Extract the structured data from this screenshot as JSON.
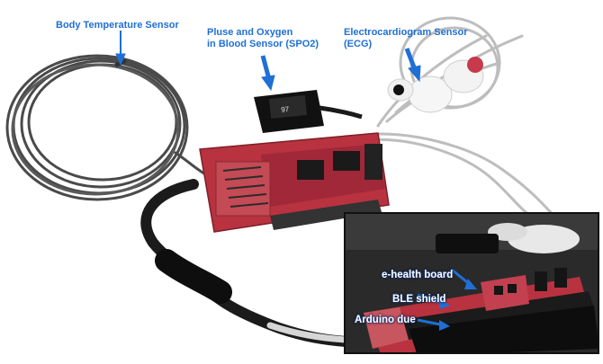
{
  "photo": {
    "labels": {
      "temperature_sensor": "Body Temperature Sensor",
      "spo2_sensor_line1": "Pluse and Oxygen",
      "spo2_sensor_line2": "in Blood Sensor (SPO2)",
      "ecg_sensor_line1": "Electrocardiogram Sensor",
      "ecg_sensor_line2": "(ECG)"
    },
    "inset_labels": {
      "ehealth_board": "e-health board",
      "ble_shield": "BLE shield",
      "arduino_due": "Arduino due"
    },
    "device_text": {
      "spo2_display": "97"
    },
    "colors": {
      "label_blue": "#1f6fd6",
      "board_red": "#b8323f",
      "cable_grey": "#4a4a4a",
      "ecg_cable": "#b9b9b9",
      "arrow_blue": "#1f6fd6"
    }
  }
}
